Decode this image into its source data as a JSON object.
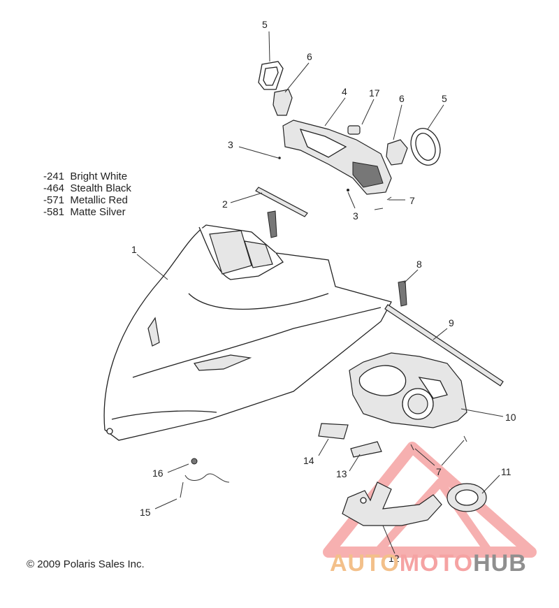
{
  "legend": [
    {
      "code": "-241",
      "name": "Bright White"
    },
    {
      "code": "-464",
      "name": "Stealth Black"
    },
    {
      "code": "-571",
      "name": "Metallic Red"
    },
    {
      "code": "-581",
      "name": "Matte Silver"
    }
  ],
  "callouts": {
    "c1": "1",
    "c2": "2",
    "c3a": "3",
    "c3b": "3",
    "c4": "4",
    "c5a": "5",
    "c5b": "5",
    "c6a": "6",
    "c6b": "6",
    "c7a": "7",
    "c7b": "7",
    "c8": "8",
    "c9": "9",
    "c10": "10",
    "c11": "11",
    "c12": "12",
    "c13": "13",
    "c14": "14",
    "c15": "15",
    "c16": "16",
    "c17": "17"
  },
  "copyright": "© 2009 Polaris Sales Inc.",
  "watermark": {
    "part1": "AUTO",
    "part2": "MOTO",
    "part3": "HUB"
  },
  "colors": {
    "watermark_red": "#f07070",
    "watermark_orange": "#f3c08a",
    "watermark_grey": "#8f8f8f"
  }
}
